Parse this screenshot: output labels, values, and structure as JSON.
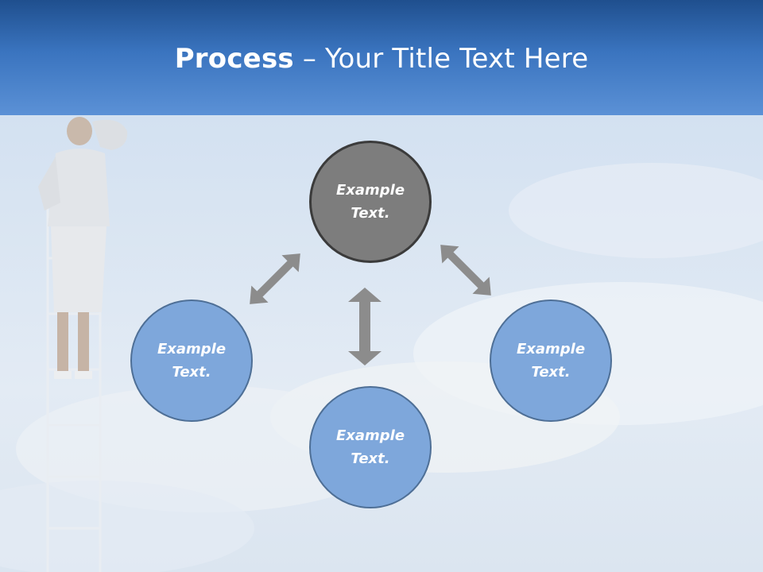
{
  "title": {
    "bold": "Process",
    "rest": " – Your Title Text Here"
  },
  "nodes": {
    "center": "Example\nText.",
    "left": "Example\nText.",
    "right": "Example\nText.",
    "bottom": "Example\nText."
  },
  "colors": {
    "header": "#3a74bf",
    "center_node": "#7d7d7d",
    "outer_node": "#7ea7db",
    "arrow": "#8c8c8c"
  },
  "icons": [
    "double-arrow-icon"
  ]
}
